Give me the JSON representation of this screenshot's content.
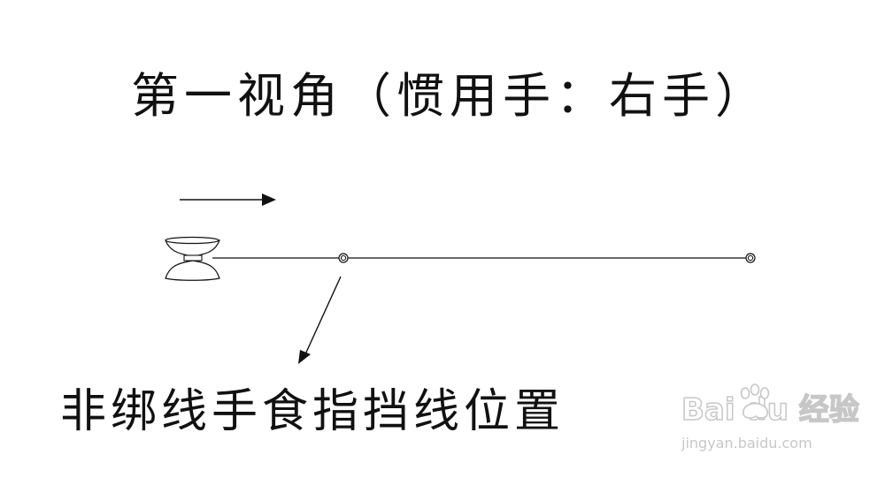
{
  "title": "第一视角（惯用手：右手）",
  "caption": "非绑线手食指挡线位置",
  "watermark": {
    "brand": "Bai du 经验",
    "url": "jingyan.baidu.com"
  },
  "icons": {
    "yoyo": "yoyo-icon",
    "direction": "right-arrow-icon",
    "pointer": "diagonal-arrow-icon",
    "paw": "baidu-paw-icon"
  },
  "colors": {
    "ink": "#111111",
    "watermark": "#9a9a9a"
  }
}
